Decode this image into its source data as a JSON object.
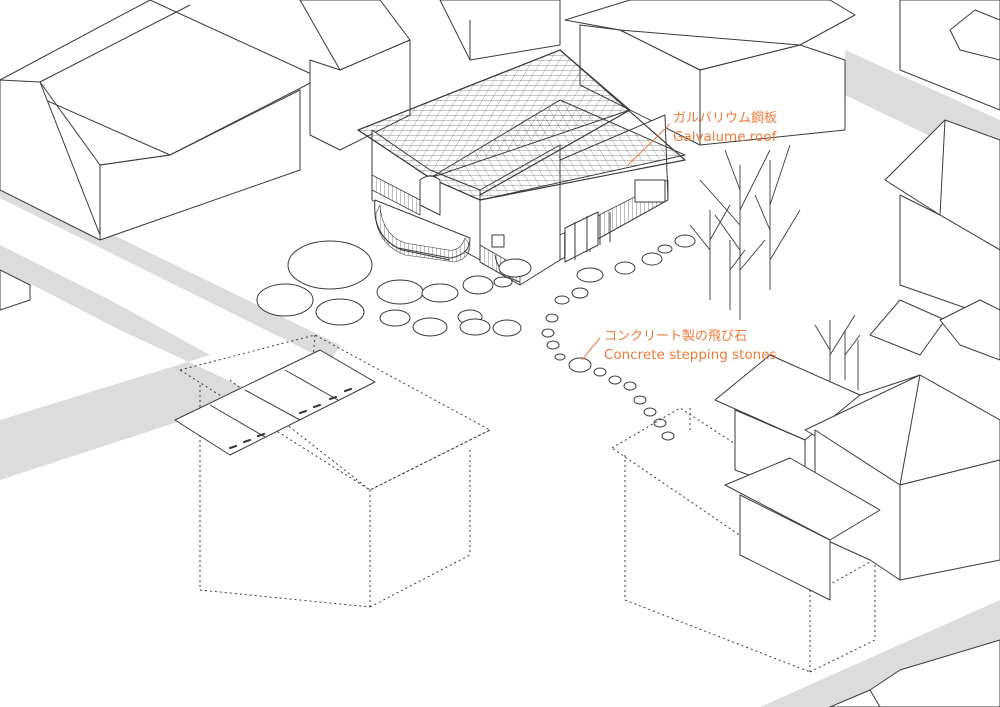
{
  "annotations": {
    "roof": {
      "jp": "ガルバリウム鋼板",
      "en": "Galvalume roof"
    },
    "stones": {
      "jp": "コンクリート製の飛び石",
      "en": "Concrete stepping stones"
    }
  },
  "colors": {
    "accent": "#ee7a3a",
    "line": "#3a3a3a",
    "road": "#dcdcdc",
    "paper": "#ffffff"
  }
}
